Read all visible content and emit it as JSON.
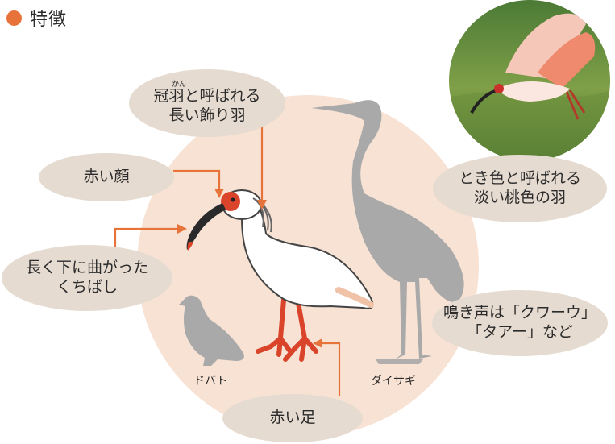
{
  "heading": {
    "text": "特徴"
  },
  "colors": {
    "accent": "#e8733a",
    "circle_bg": "#f7e2d4",
    "bubble": "#e6dbd0",
    "silhouette": "#a9a9a9"
  },
  "callouts": {
    "crest": {
      "ruby": "かん",
      "line1": "冠羽と呼ばれる",
      "line2": "長い飾り羽"
    },
    "face": {
      "line1": "赤い顔"
    },
    "beak": {
      "line1": "長く下に曲がった",
      "line2": "くちばし"
    },
    "feather": {
      "line1": "とき色と呼ばれる",
      "line2": "淡い桃色の羽"
    },
    "voice": {
      "line1": "鳴き声は「クワーウ」",
      "line2": "「タアー」など"
    },
    "legs": {
      "line1": "赤い足"
    }
  },
  "comparisons": {
    "pigeon": "ドバト",
    "egret": "ダイサギ"
  }
}
